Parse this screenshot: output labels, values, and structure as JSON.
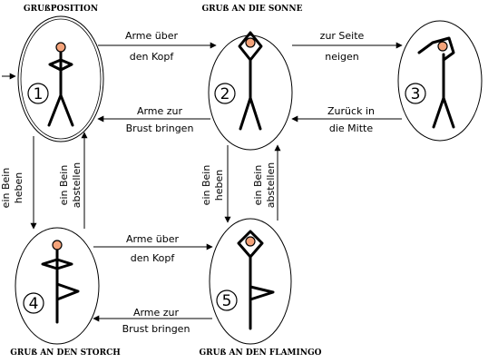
{
  "titles": {
    "t1": "GRUßPOSITION",
    "t2": "GRUß AN DIE SONNE",
    "t4": "GRUß AN DEN STORCH",
    "t5": "GRUß AN DEN FLAMINGO"
  },
  "nodes": {
    "n1": "1",
    "n2": "2",
    "n3": "3",
    "n4": "4",
    "n5": "5"
  },
  "edges": {
    "e12": [
      "Arme über",
      "den Kopf"
    ],
    "e23": [
      "zur Seite",
      "neigen"
    ],
    "e32": [
      "Zurück in",
      "die Mitte"
    ],
    "e21": [
      "Arme zur",
      "Brust bringen"
    ],
    "e14": [
      "ein Bein",
      "heben"
    ],
    "e41": [
      "ein Bein",
      "abstellen"
    ],
    "e25": [
      "ein Bein",
      "heben"
    ],
    "e52": [
      "ein Bein",
      "abstellen"
    ],
    "e45": [
      "Arme über",
      "den Kopf"
    ],
    "e54": [
      "Arme zur",
      "Brust bringen"
    ]
  },
  "colors": {
    "head": "#f4a37a",
    "line": "#000000",
    "background": "#ffffff"
  }
}
